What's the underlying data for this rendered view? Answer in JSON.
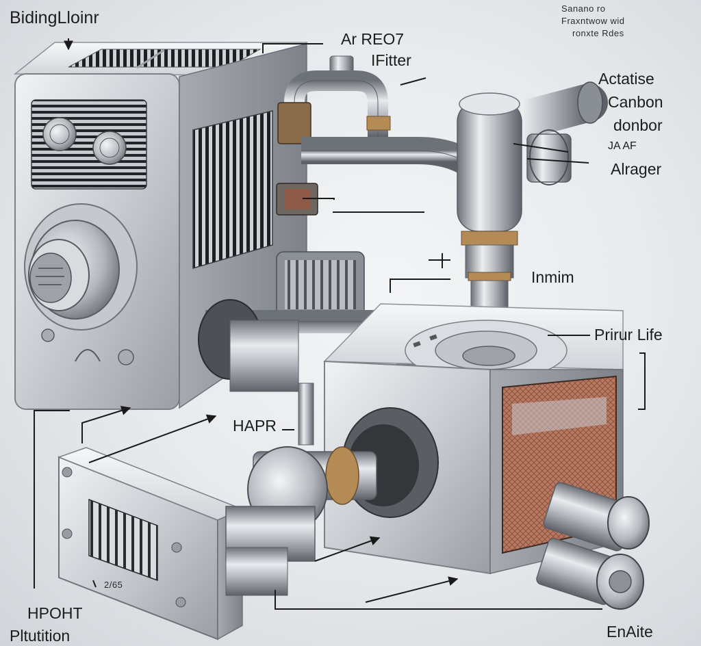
{
  "labels": {
    "top_left": "BidingLloinr",
    "ar_reo": "Ar REO7",
    "ifitter": "IFitter",
    "actatise": "Actatise",
    "canbon": "Canbon",
    "donbor": "donbor",
    "ja_af": "JA AF",
    "alrager": "Alrager",
    "inmim": "Inmim",
    "prirur_life": "Prirur Life",
    "hapr": "HAPR",
    "num_label": "2/65",
    "hpoht": "HPOHT",
    "pltutition": "Pltutition",
    "enaite": "EnAite"
  },
  "note": {
    "line1": "Sanano ro",
    "line2": "Fraxntwow wid",
    "line3": "ronxte Rdes"
  },
  "colors": {
    "metal_light": "#e9ebee",
    "metal_mid": "#b9bdc3",
    "metal_dark": "#6f747b",
    "vent_dark": "#1e1f22",
    "filter_copper": "#b0705a",
    "brass": "#b48a55",
    "line": "#1a1a1a"
  }
}
